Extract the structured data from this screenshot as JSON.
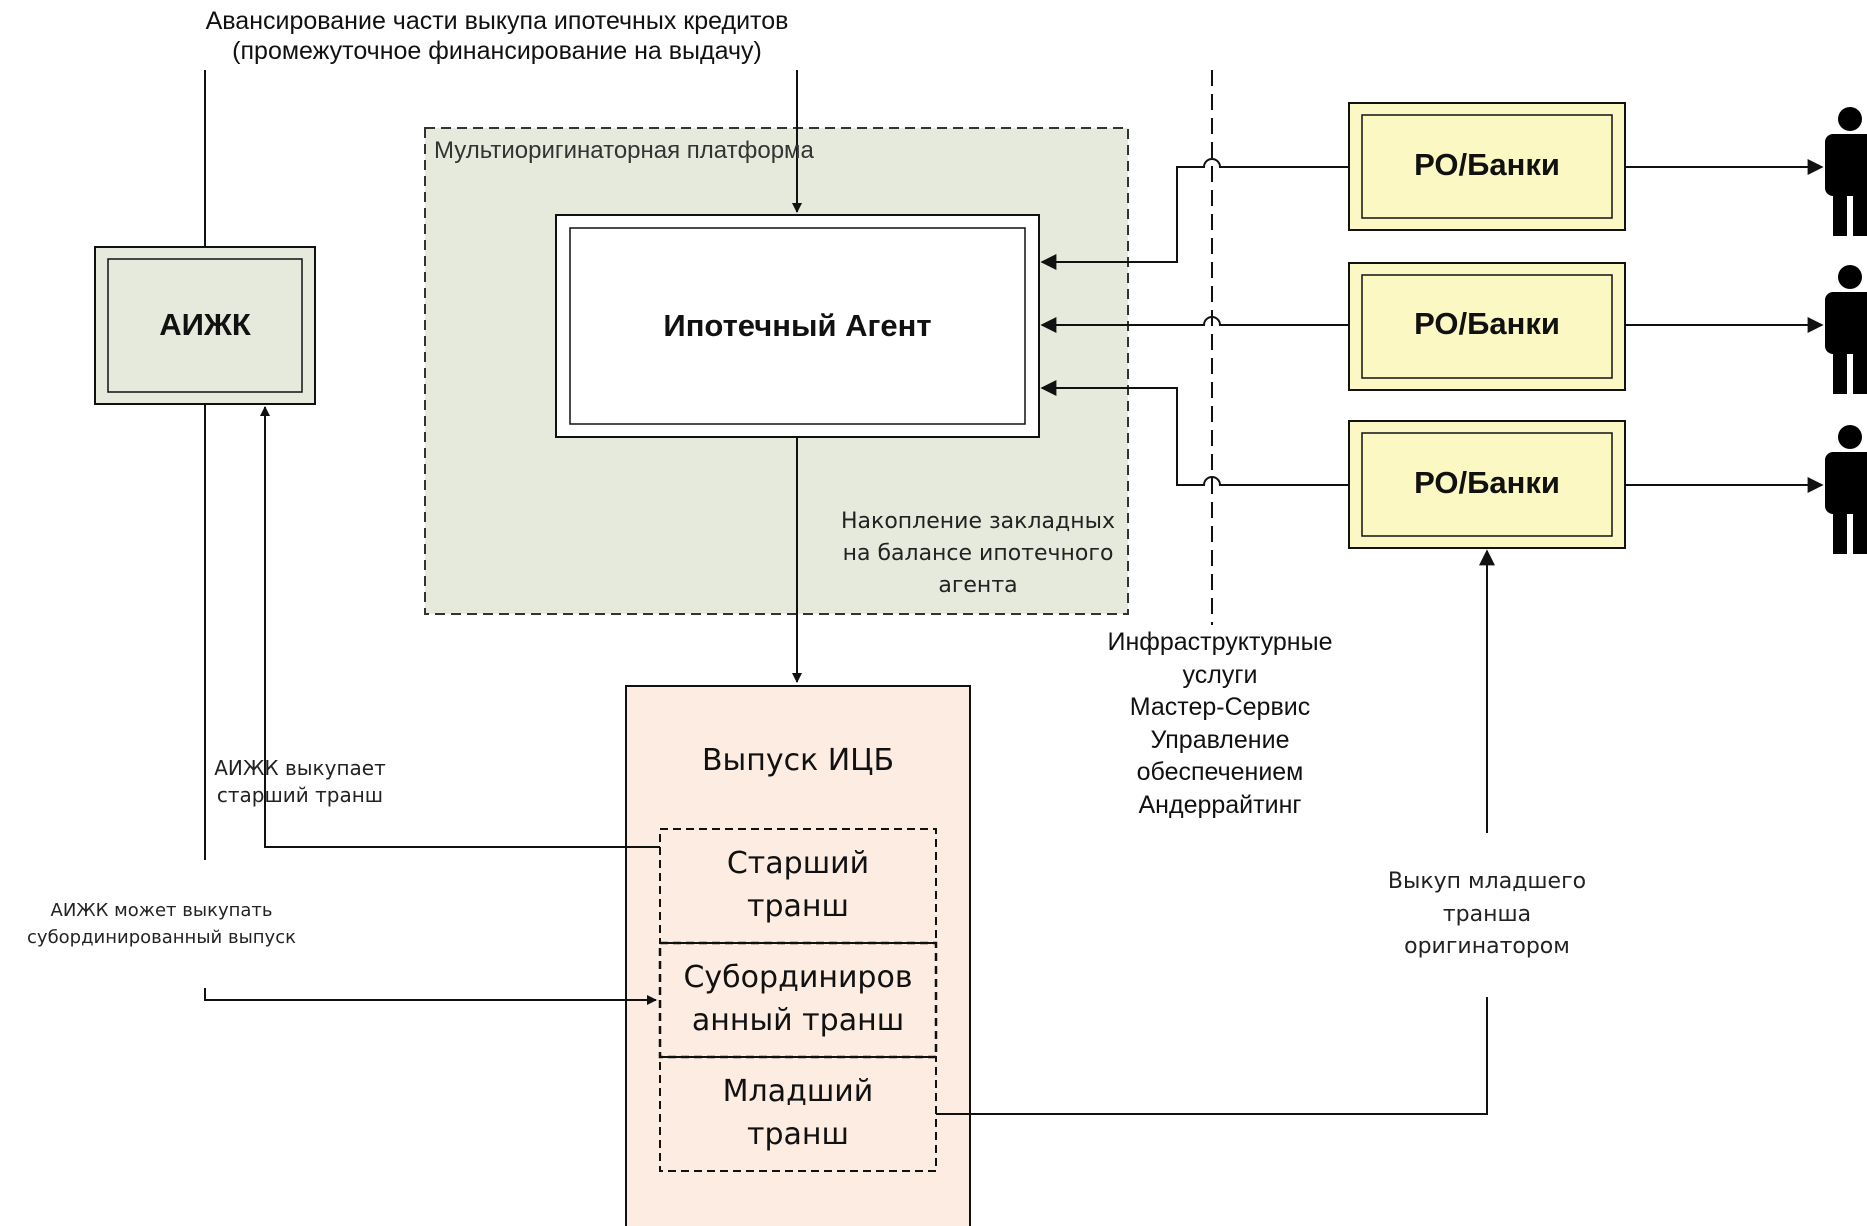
{
  "top_annotation": {
    "line1": "Авансирование части выкупа ипотечных кредитов",
    "line2": "(промежуточное финансирование на выдачу)"
  },
  "platform": {
    "label": "Мультиоригинаторная платформа"
  },
  "mortgage_agent": {
    "label": "Ипотечный Агент"
  },
  "aizhk": {
    "label": "АИЖК"
  },
  "banks": [
    {
      "label": "РО/Банки"
    },
    {
      "label": "РО/Банки"
    },
    {
      "label": "РО/Банки"
    }
  ],
  "accumulation_note": {
    "line1": "Накопление закладных",
    "line2": "на балансе ипотечного",
    "line3": "агента"
  },
  "infrastructure_note": {
    "line1": "Инфраструктурные",
    "line2": "услуги",
    "line3": "Мастер-Сервис",
    "line4": "Управление",
    "line5": "обеспечением",
    "line6": "Андеррайтинг"
  },
  "issuance": {
    "title": "Выпуск ИЦБ",
    "tranches": [
      {
        "line1": "Старший",
        "line2": "транш"
      },
      {
        "line1": "Субординиров",
        "line2": "анный транш"
      },
      {
        "line1": "Младший",
        "line2": "транш"
      }
    ]
  },
  "aizhk_buys_senior": {
    "line1": "АИЖК выкупает",
    "line2": "старший транш"
  },
  "aizhk_may_buy_sub": {
    "line1": "АИЖК может выкупать",
    "line2": "субординированный выпуск"
  },
  "junior_buyback": {
    "line1": "Выкуп младшего",
    "line2": "транша",
    "line3": "оригинатором"
  },
  "colors": {
    "platform_fill": "#e6eadc",
    "aizhk_fill": "#e6eadc",
    "bank_fill": "#fbf8c4",
    "issuance_fill": "#fcece2",
    "stroke": "#111111"
  }
}
